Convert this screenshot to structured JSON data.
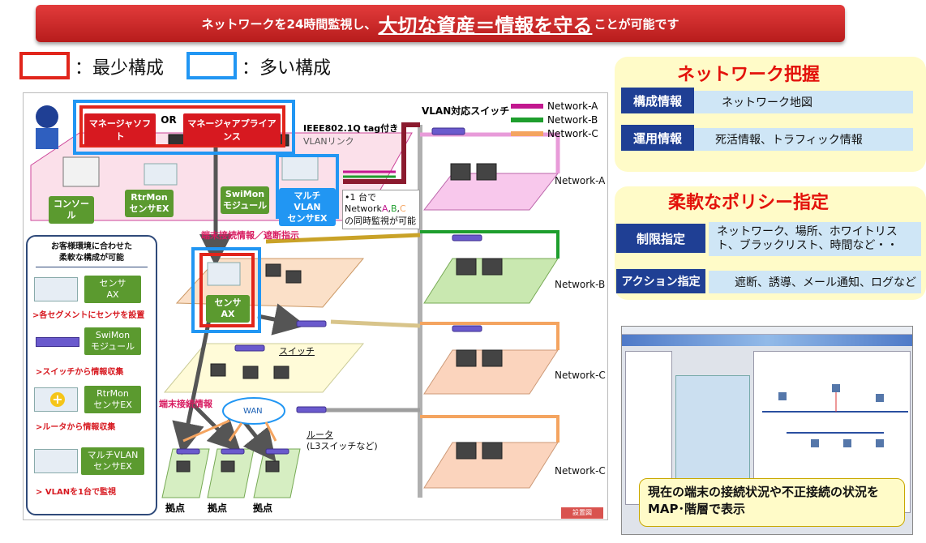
{
  "banner": {
    "pre": "ネットワークを24時間監視し、",
    "highlight": "大切な資産＝情報を守る",
    "post": "ことが可能です"
  },
  "legend": {
    "min_label": "：最少構成",
    "max_label": "：多い構成",
    "min_color": "#e1251b",
    "max_color": "#2196f3"
  },
  "diagram": {
    "manager_software": "マネージャソフト",
    "or_text": "OR",
    "manager_appliance": "マネージャアプライアンス",
    "console": "コンソール",
    "rtrmon": "RtrMon\nセンサEX",
    "swimon": "SwiMon\nモジュール",
    "multivlan": "マルチVLAN\nセンサEX",
    "sensor_ax": "センサ\nAX",
    "vlan_switch": "VLAN対応スイッチ",
    "ieee": "IEEE802.1Q tag付き",
    "vlan_link": "VLANリンク",
    "multi_note_1": "•1 台で",
    "multi_note_2_pre": "Network",
    "multi_note_a": "A",
    "multi_note_b": "B",
    "multi_note_c": "C",
    "multi_note_3": "の同時監視が可能",
    "terminal_info_block": "端末接続情報／遮断指示",
    "terminal_info": "端末接続情報",
    "switch": "スイッチ",
    "wan": "WAN",
    "router": "ルータ",
    "router_sub": "(L3スイッチなど)",
    "site": "拠点",
    "footer_tag": "設置図",
    "networks": [
      "Network-A",
      "Network-B",
      "Network-C",
      "Network-C"
    ],
    "net_legend": [
      {
        "name": "Network-A",
        "color": "#c2188f"
      },
      {
        "name": "Network-B",
        "color": "#1e9e2d"
      },
      {
        "name": "Network-C",
        "color": "#f4a460"
      }
    ]
  },
  "side": {
    "title_1": "お客様環境に合わせた",
    "title_2": "柔軟な構成が可能",
    "items": [
      {
        "card": "センサ\nAX",
        "note": ">各セグメントにセンサを設置"
      },
      {
        "card": "SwiMon\nモジュール",
        "note": ">スイッチから情報収集"
      },
      {
        "card": "RtrMon\nセンサEX",
        "note": ">ルータから情報収集"
      },
      {
        "card": "マルチVLAN\nセンサEX",
        "note": "> VLANを1台で監視"
      }
    ]
  },
  "right": {
    "sec1_title": "ネットワーク把握",
    "sec1_rows": [
      {
        "tag": "構成情報",
        "text": "ネットワーク地図"
      },
      {
        "tag": "運用情報",
        "text": "死活情報、トラフィック情報"
      }
    ],
    "sec2_title": "柔軟なポリシー指定",
    "sec2_rows": [
      {
        "tag": "制限指定",
        "text": "ネットワーク、場所、ホワイトリスト、ブラックリスト、時間など・・"
      },
      {
        "tag": "アクション指定",
        "text": "遮断、誘導、メール通知、ログなど"
      }
    ],
    "callout": "現在の端末の接続状況や不正接続の状況をMAP･階層で表示"
  }
}
